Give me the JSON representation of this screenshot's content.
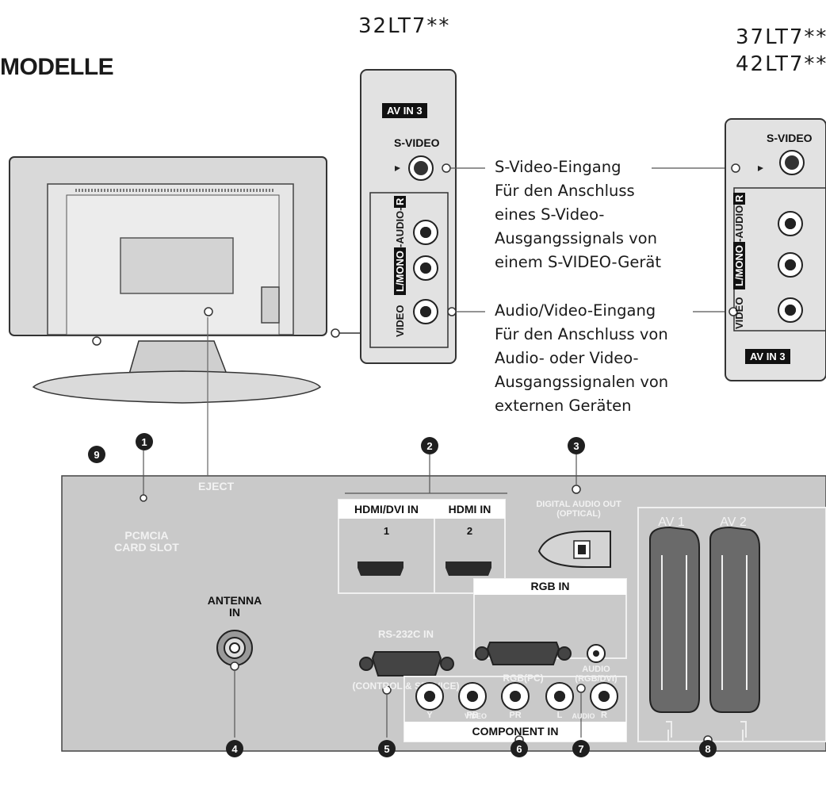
{
  "title": "MODELLE",
  "models": {
    "small": "32LT7**",
    "large_1": "37LT7**",
    "large_2": "42LT7**"
  },
  "side_panel": {
    "av_in3": "AV IN 3",
    "s_video": "S-VIDEO",
    "video": "VIDEO",
    "l_mono": "L/MONO",
    "audio_r": "-AUDIO-",
    "r": "R"
  },
  "descriptions": {
    "s_video_head": "S-Video-Eingang",
    "s_video_lines": [
      "Für den Anschluss",
      "eines S-Video-",
      "Ausgangssignals von",
      "einem S-VIDEO-Gerät"
    ],
    "av_head": "Audio/Video-Eingang",
    "av_lines": [
      "Für den Anschluss von",
      "Audio- oder Video-",
      "Ausgangssignalen von",
      "externen Geräten"
    ]
  },
  "back_panel": {
    "eject": "EJECT",
    "pcmcia_1": "PCMCIA",
    "pcmcia_2": "CARD SLOT",
    "antenna_1": "ANTENNA",
    "antenna_2": "IN",
    "hdmi_dvi": "HDMI/DVI IN",
    "hdmi": "HDMI IN",
    "hdmi_1": "1",
    "hdmi_2": "2",
    "digital_audio_1": "DIGITAL AUDIO OUT",
    "digital_audio_2": "(OPTICAL)",
    "rgb_in": "RGB IN",
    "rs232": "RS-232C IN",
    "control": "(CONTROL & SERVICE)",
    "rgb_pc": "RGB(PC)",
    "audio": "AUDIO",
    "rgb_dvi": "(RGB/DVI)",
    "y": "Y",
    "pb": "PB",
    "pr": "PR",
    "l": "L",
    "r": "R",
    "video": "VIDEO",
    "audio2": "AUDIO",
    "component_in": "COMPONENT IN",
    "av1": "AV 1",
    "av2": "AV 2"
  },
  "callouts": [
    "1",
    "2",
    "3",
    "4",
    "5",
    "6",
    "7",
    "8",
    "9"
  ]
}
